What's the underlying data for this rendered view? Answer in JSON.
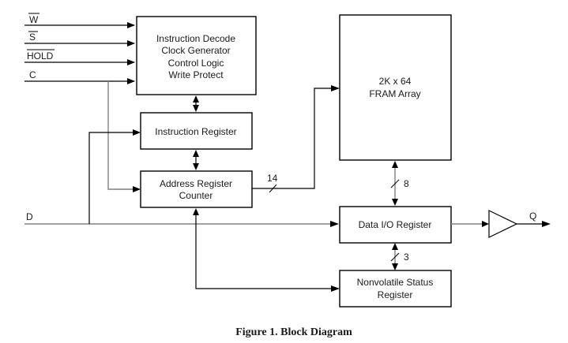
{
  "figure": {
    "caption": "Figure 1.  Block Diagram"
  },
  "inputs": [
    {
      "id": "w",
      "label": "W",
      "overbar": true
    },
    {
      "id": "s",
      "label": "S",
      "overbar": true
    },
    {
      "id": "hold",
      "label": "HOLD",
      "overbar": true
    },
    {
      "id": "c",
      "label": "C",
      "overbar": false
    }
  ],
  "data_input": {
    "label": "D"
  },
  "output": {
    "label": "Q"
  },
  "blocks": {
    "control": {
      "lines": [
        "Instruction Decode",
        "Clock Generator",
        "Control Logic",
        "Write Protect"
      ]
    },
    "instruction_register": {
      "lines": [
        "Instruction Register"
      ]
    },
    "address_register": {
      "lines": [
        "Address Register",
        "Counter"
      ]
    },
    "fram_array": {
      "lines": [
        "2K x 64",
        "FRAM Array"
      ]
    },
    "data_io_register": {
      "lines": [
        "Data I/O Register"
      ]
    },
    "status_register": {
      "lines": [
        "Nonvolatile Status",
        "Register"
      ]
    }
  },
  "bus_widths": {
    "address_to_array": "14",
    "array_to_dataio": "8",
    "dataio_to_status": "3"
  }
}
